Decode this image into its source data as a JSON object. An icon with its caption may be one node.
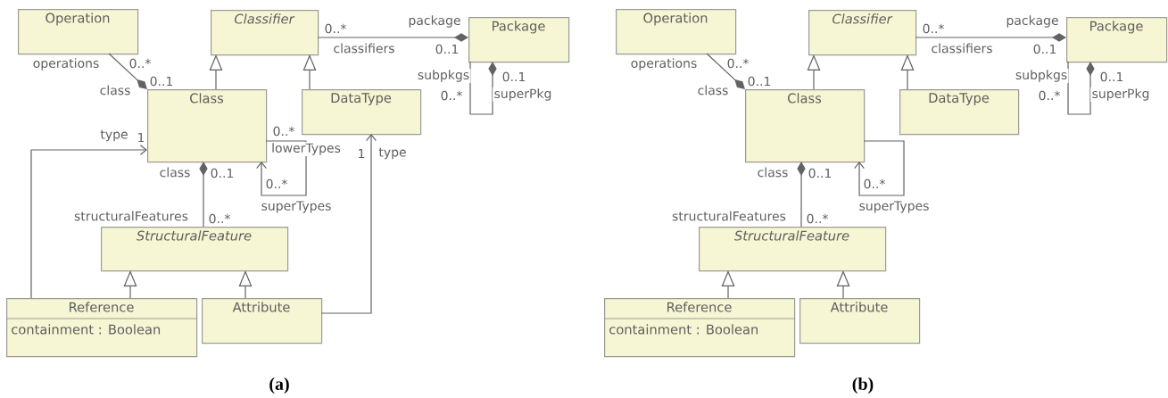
{
  "diagram": {
    "nodes": [
      {
        "text": [
          "Operation"
        ]
      },
      {
        "text": [
          "Classifier"
        ]
      },
      {
        "text": [
          "Package"
        ]
      },
      {
        "text": [
          "Class"
        ]
      },
      {
        "text": [
          "DataType"
        ]
      },
      {
        "text": [
          "StructuralFeature"
        ]
      },
      {
        "text": [
          "Reference",
          "containment : Boolean"
        ]
      },
      {
        "text": [
          "Attribute"
        ]
      },
      {
        "text": [
          "Operation"
        ]
      },
      {
        "text": [
          "Classifier"
        ]
      },
      {
        "text": [
          "Package"
        ]
      },
      {
        "text": [
          "Class"
        ]
      },
      {
        "text": [
          "DataType"
        ]
      },
      {
        "text": [
          "StructuralFeature"
        ]
      },
      {
        "text": [
          "Reference",
          "containment : Boolean"
        ]
      },
      {
        "text": [
          "Attribute"
        ]
      }
    ],
    "edges": [
      {
        "from": 0,
        "to": 3,
        "arrow": "other"
      },
      {
        "from": 3,
        "to": 1,
        "arrow": "to"
      },
      {
        "from": 4,
        "to": 1,
        "arrow": "to"
      },
      {
        "from": 1,
        "to": 2,
        "arrow": "other"
      },
      {
        "from": 2,
        "to": 2,
        "arrow": "other"
      },
      {
        "from": 3,
        "to": 3,
        "arrow": "to"
      },
      {
        "from": 6,
        "to": 3,
        "arrow": "to"
      },
      {
        "from": 5,
        "to": 3,
        "arrow": "other"
      },
      {
        "from": 7,
        "to": 4,
        "arrow": "to"
      },
      {
        "from": 6,
        "to": 5,
        "arrow": "to"
      },
      {
        "from": 7,
        "to": 5,
        "arrow": "to"
      },
      {
        "from": 8,
        "to": 11,
        "arrow": "other"
      },
      {
        "from": 11,
        "to": 9,
        "arrow": "to"
      },
      {
        "from": 12,
        "to": 9,
        "arrow": "to"
      },
      {
        "from": 9,
        "to": 10,
        "arrow": "other"
      },
      {
        "from": 10,
        "to": 10,
        "arrow": "other"
      },
      {
        "from": 11,
        "to": 11,
        "arrow": "to"
      },
      {
        "from": 13,
        "to": 11,
        "arrow": "other"
      },
      {
        "from": 14,
        "to": 13,
        "arrow": "to"
      },
      {
        "from": 15,
        "to": 13,
        "arrow": "to"
      }
    ],
    "labels": [
      "operations",
      "0..*",
      "class",
      "0..1",
      "0..*",
      "classifiers",
      "package",
      "0..1",
      "subpkgs",
      "0..1",
      "0..*",
      "superPkg",
      "type",
      "1",
      "0..*",
      "lowerTypes",
      "1",
      "type",
      "class",
      "0..1",
      "0..*",
      "superTypes",
      "structuralFeatures",
      "0..*",
      "(a)",
      "operations",
      "0..*",
      "class",
      "0..1",
      "0..*",
      "classifiers",
      "package",
      "0..1",
      "subpkgs",
      "0..1",
      "0..*",
      "superPkg",
      "class",
      "0..1",
      "0..*",
      "superTypes",
      "structuralFeatures",
      "0..*",
      "(b)"
    ]
  }
}
